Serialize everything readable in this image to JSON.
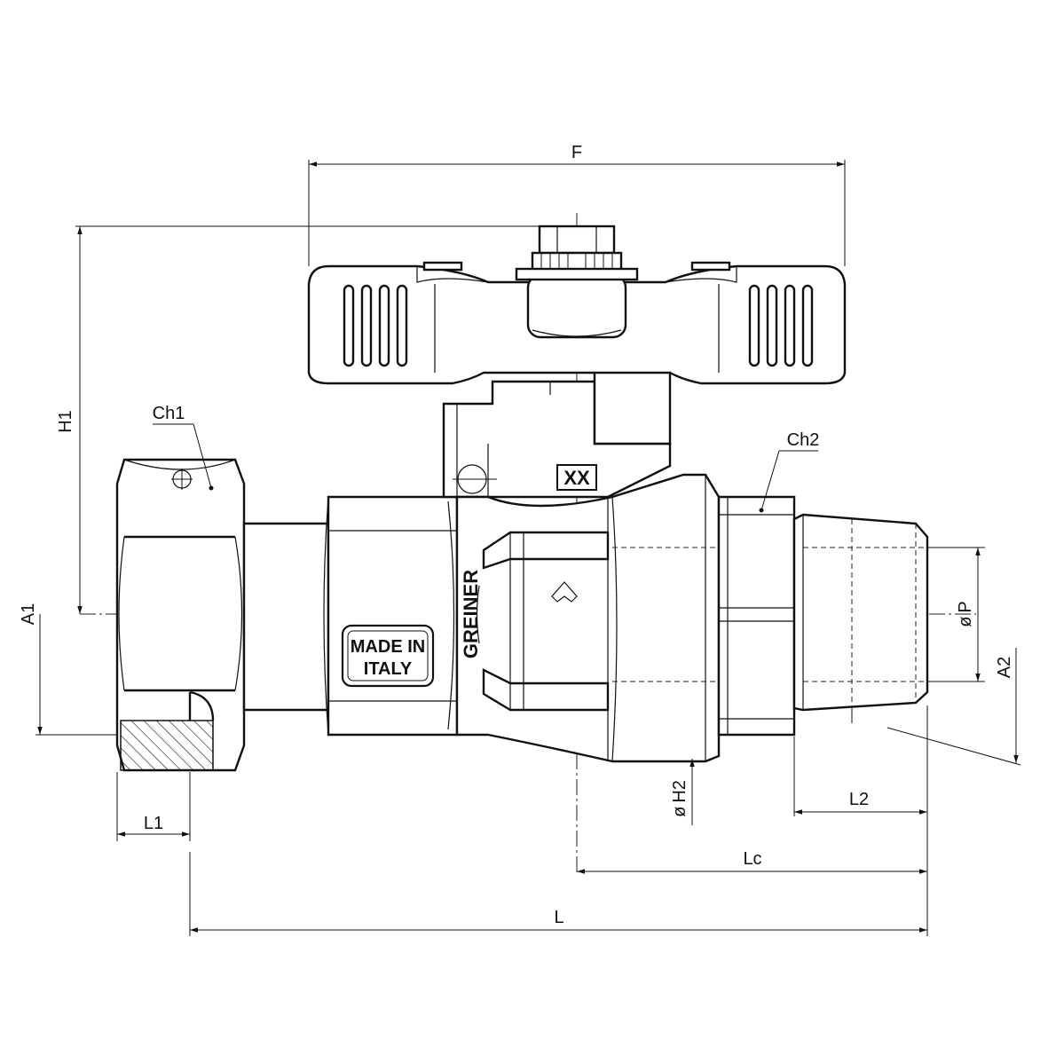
{
  "dimensions": {
    "F": "F",
    "H1": "H1",
    "A1": "A1",
    "A2": "A2",
    "P": "P",
    "H2": "H2",
    "L1": "L1",
    "L2": "L2",
    "Lc": "Lc",
    "L": "L",
    "diameter_symbol": "ø"
  },
  "callouts": {
    "ch1": "Ch1",
    "ch2": "Ch2"
  },
  "markings": {
    "brand": "GREINER",
    "origin_line1": "MADE IN",
    "origin_line2": "ITALY",
    "size_code": "XX"
  },
  "icons": {
    "flow": "flow-direction-arrow-icon",
    "pin": "crosshair-circle-icon"
  }
}
